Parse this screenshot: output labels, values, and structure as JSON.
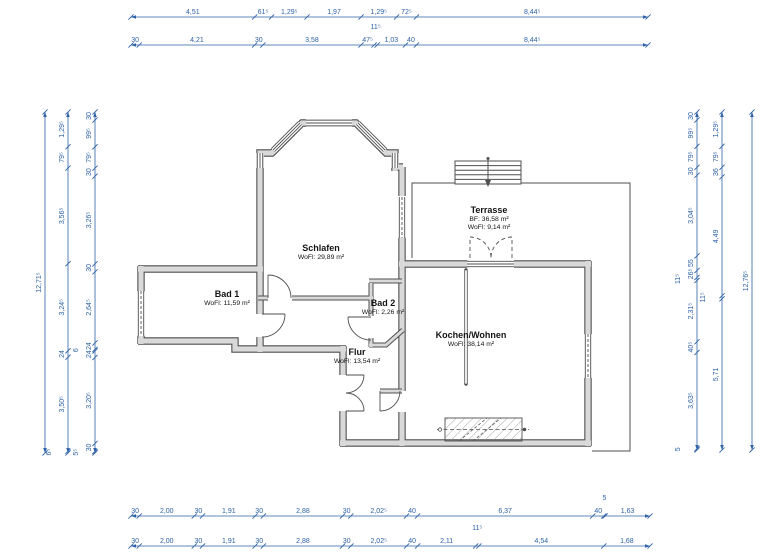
{
  "rooms": {
    "schlafen": {
      "name": "Schlafen",
      "area": "WoFl: 29,89 m²"
    },
    "bad1": {
      "name": "Bad 1",
      "area": "WoFl: 11,59 m²"
    },
    "bad2": {
      "name": "Bad 2",
      "area": "WoFl: 2,26 m²"
    },
    "flur": {
      "name": "Flur",
      "area": "WoFl: 13,54 m²"
    },
    "kochen_wohnen": {
      "name": "Kochen/Wohnen",
      "area": "WoFl: 38,14 m²"
    },
    "terrasse": {
      "name": "Terrasse",
      "area_bf": "BF: 36,58 m²",
      "area_wofl": "WoFl: 9,14 m²"
    }
  },
  "colors": {
    "dimension": "#2e62a6",
    "wall_fill": "#d9d9d9",
    "wall_outline": "#4f4f4f"
  },
  "dimensions": {
    "top": [
      {
        "name": "top-row-outer",
        "labels": [
          "4,51",
          "61⁵",
          "1,29⁵",
          "1,97",
          "1,29⁵",
          "72⁵",
          "8,44⁵"
        ],
        "values": [
          4.51,
          0.615,
          1.295,
          1.97,
          1.295,
          0.725,
          8.445
        ]
      },
      {
        "name": "top-row-inner",
        "labels": [
          "30",
          "4,21",
          "30",
          "3,58",
          "47⁵",
          "11⁵",
          "1,03",
          "40",
          "8,44⁵"
        ],
        "values": [
          0.3,
          4.21,
          0.3,
          3.58,
          0.475,
          0.115,
          1.03,
          0.4,
          8.445
        ]
      }
    ],
    "bottom": [
      {
        "name": "bottom-row-inner",
        "labels": [
          "30",
          "2,00",
          "30",
          "1,91",
          "30",
          "2,88",
          "30",
          "2,02⁵",
          "40",
          "6,37",
          "40",
          "5",
          "1,63"
        ],
        "values": [
          0.3,
          2.0,
          0.3,
          1.91,
          0.3,
          2.88,
          0.3,
          2.025,
          0.4,
          6.37,
          0.4,
          0.05,
          1.63
        ]
      },
      {
        "name": "bottom-row-outer",
        "labels": [
          "30",
          "2,00",
          "30",
          "1,91",
          "30",
          "2,88",
          "30",
          "2,02⁵",
          "40",
          "2,11",
          "11⁵",
          "4,54",
          "1,68"
        ],
        "values": [
          0.3,
          2.0,
          0.3,
          1.91,
          0.3,
          2.88,
          0.3,
          2.025,
          0.4,
          2.11,
          0.115,
          4.54,
          1.68
        ]
      }
    ],
    "left": [
      {
        "name": "left-col-outer",
        "labels": [
          "12,71⁵"
        ],
        "values": [
          12.715
        ]
      },
      {
        "name": "left-col-middle",
        "labels": [
          "1,29⁵",
          "79⁵",
          "3,56⁵",
          "3,24⁵",
          "24",
          "3,50⁵",
          "6⁵"
        ],
        "values": [
          1.295,
          0.795,
          3.565,
          3.245,
          0.24,
          3.505,
          0.065
        ]
      },
      {
        "name": "left-col-inner",
        "labels": [
          "30",
          "99⁵",
          "79⁵",
          "30",
          "3,26⁵",
          "30",
          "2,64⁵",
          "24",
          "6",
          "24",
          "3,20⁵",
          "30",
          "5⁵"
        ],
        "values": [
          0.3,
          0.995,
          0.795,
          0.3,
          3.265,
          0.3,
          2.645,
          0.24,
          0.06,
          0.24,
          3.205,
          0.3,
          0.055
        ]
      }
    ],
    "right": [
      {
        "name": "right-col-inner",
        "labels": [
          "30",
          "99⁵",
          "79⁵",
          "30",
          "3,04⁵",
          "55",
          "26⁵",
          "11⁵",
          "2,31⁵",
          "40⁵",
          "3,63⁵",
          "5"
        ],
        "values": [
          0.3,
          0.995,
          0.795,
          0.3,
          3.045,
          0.55,
          0.265,
          0.115,
          2.315,
          0.405,
          3.635,
          0.05
        ]
      },
      {
        "name": "right-col-middle",
        "labels": [
          "1,29⁵",
          "79⁵",
          "36",
          "4,49",
          "11⁵",
          "5,71"
        ],
        "values": [
          1.295,
          0.795,
          0.36,
          4.49,
          0.115,
          5.71
        ]
      },
      {
        "name": "right-col-outer",
        "labels": [
          "12,76⁵"
        ],
        "values": [
          12.765
        ]
      }
    ]
  }
}
